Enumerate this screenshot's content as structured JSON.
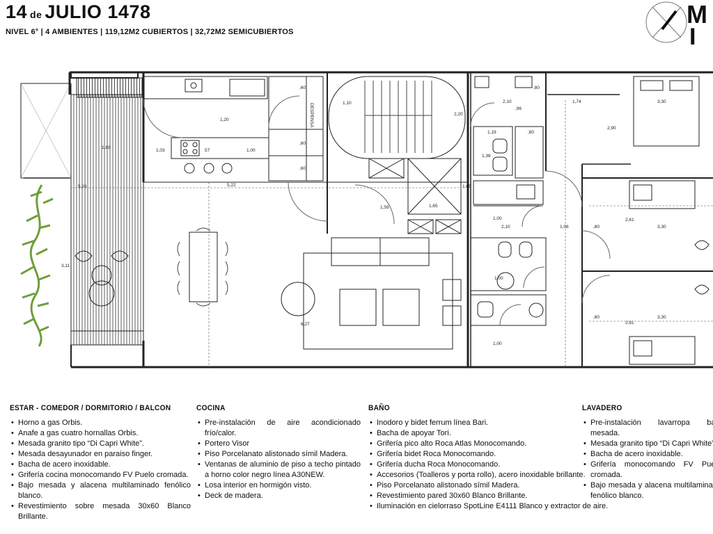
{
  "header": {
    "title_number": "14",
    "title_de": "de",
    "title_street": "JULIO 1478",
    "subtitle": "NIVEL 6° | 4 AMBIENTES | 119,12M2 CUBIERTOS | 32,72M2 SEMICUBIERTOS",
    "logo_letter_1": "M",
    "logo_letter_2": "I"
  },
  "plan": {
    "dims": [
      "1,88",
      "5,26",
      "1,03",
      "57",
      "1,00",
      "1,20",
      "5,22",
      "6,27",
      "1,10",
      "2,20",
      "1,59",
      "1,65",
      "1,65",
      "2,10",
      "1,74",
      "3,30",
      "2,90",
      "1,19",
      "1,38",
      "1,00",
      "2,10",
      "1,08",
      ",80",
      "2,61",
      "3,30",
      "3,30",
      "2,61",
      ",80",
      "1,00",
      "1,00",
      ",80",
      ",60",
      ",60",
      ",60",
      ",96",
      ",80",
      "3,11"
    ],
    "despensa": "DESPENSA"
  },
  "specs": {
    "estar": {
      "title": "ESTAR - COMEDOR / DORMITORIO / BALCON",
      "items": [
        "Horno a gas Orbis.",
        "Anafe a gas cuatro hornallas Orbis.",
        "Mesada granito tipo “Di Capri White”.",
        "Mesada desayunador en paraiso finger.",
        "Bacha de acero inoxidable.",
        "Grifería cocina monocomando FV Puelo cromada.",
        "Bajo mesada y alacena multilaminado fenólico blanco.",
        "Revestimiento sobre mesada 30x60 Blanco Brillante."
      ]
    },
    "cocina": {
      "title": "COCINA",
      "items": [
        "Pre-instalación de aire acondicionado frío/calor.",
        "Portero Visor",
        "Piso Porcelanato alistonado símil Madera.",
        "Ventanas de aluminio de piso a techo pintado a horno color negro línea A30NEW.",
        "Losa interior en hormigón visto.",
        "Deck de madera."
      ]
    },
    "bano": {
      "title": "BAÑO",
      "items": [
        "Inodoro y bidet ferrum línea Bari.",
        "Bacha de apoyar Tori.",
        "Grifería pico alto Roca Atlas Monocomando.",
        "Grifería bidet Roca Monocomando.",
        "Grifería ducha Roca Monocomando.",
        "Accesorios (Toalleros y porta rollo), acero inoxidable brillante.",
        "Piso Porcelanato alistonado símil Madera.",
        "Revestimiento pared 30x60 Blanco Brillante.",
        "Iluminación en cielorraso SpotLine E4111 Blanco y extractor de aire."
      ]
    },
    "lavadero": {
      "title": "LAVADERO",
      "items": [
        "Pre-instalación lavarropa bajo mesada.",
        "Mesada granito tipo “Di Capri White”.",
        "Bacha de acero inoxidable.",
        "Grifería monocomando FV Puelo cromada.",
        "Bajo mesada y alacena multilaminado fenólico blanco."
      ]
    }
  }
}
